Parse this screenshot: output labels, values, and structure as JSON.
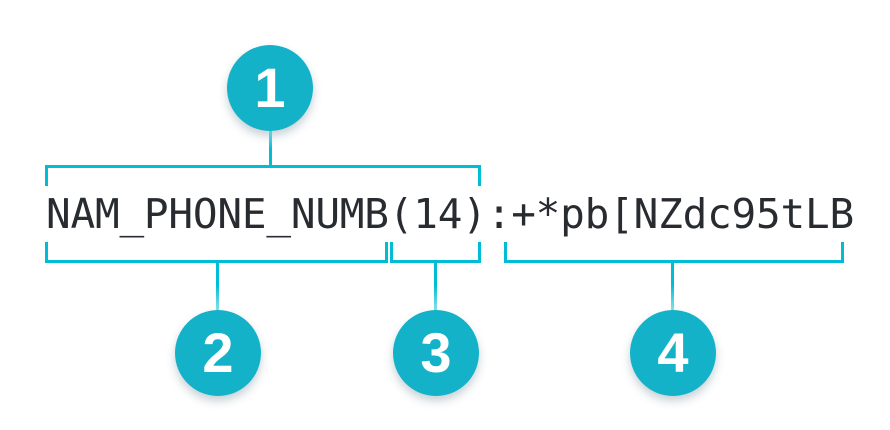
{
  "diagram": {
    "token_string": "NAM_PHONE_NUMB(14):+*pb[NZdc95tLB",
    "separator": ":",
    "callouts": [
      {
        "label": "1",
        "refers_to": "NAM_PHONE_NUMB(14)"
      },
      {
        "label": "2",
        "refers_to": "NAM_PHONE_NUMB"
      },
      {
        "label": "3",
        "refers_to": "(14)"
      },
      {
        "label": "4",
        "refers_to": "+*pb[NZdc95tLB"
      }
    ],
    "colors": {
      "accent_line": "#00bcd4",
      "accent_circle": "#14b2c8",
      "text": "#282c30",
      "background": "#ffffff"
    }
  }
}
